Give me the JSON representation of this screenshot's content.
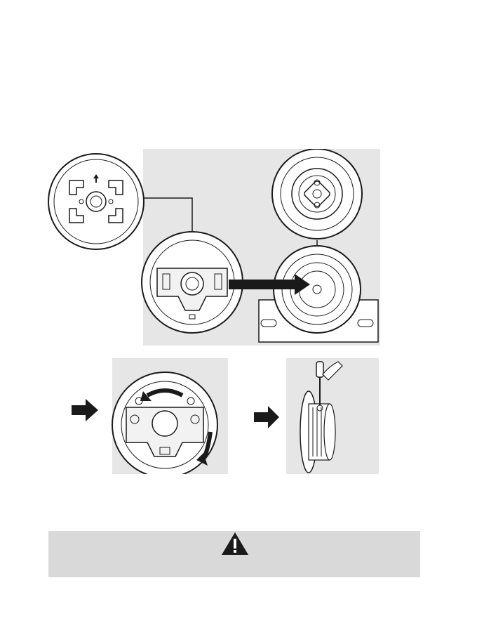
{
  "page": {
    "background": "#ffffff",
    "panel_background": "#e6e6e6",
    "warning_band_color": "#d9d9d9",
    "line_color": "#1a1a1a"
  },
  "figures": {
    "top": {
      "description_icons": [
        "wheel-hub-closeup",
        "steering-wheel-back",
        "wheel-base-front",
        "base-hub-closeup",
        "insert-arrow"
      ]
    },
    "bottom_left": {
      "icons": [
        "push-arrow",
        "steering-wheel-front",
        "rotate-arrows"
      ]
    },
    "bottom_right": {
      "icons": [
        "push-arrow",
        "side-view-wheel",
        "screwdriver-hand"
      ]
    }
  },
  "warning": {
    "icon": "warning-triangle-icon"
  }
}
